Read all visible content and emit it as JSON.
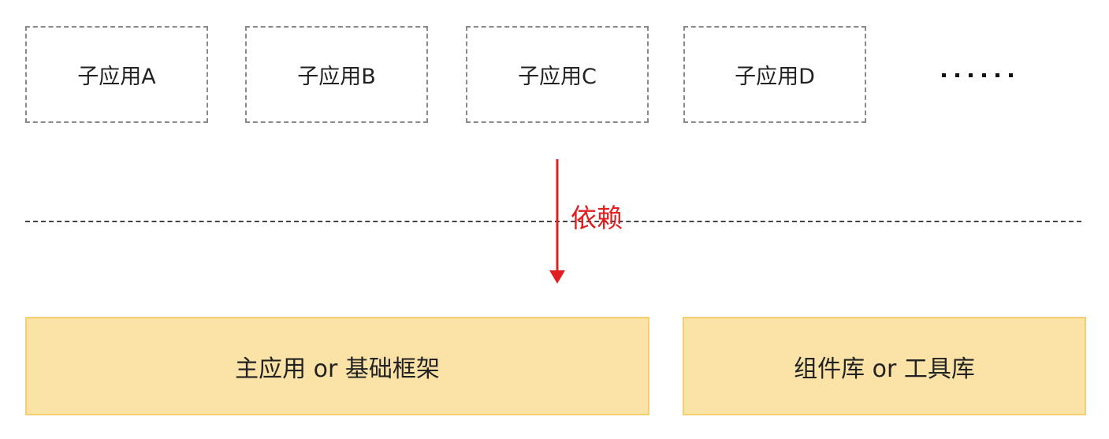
{
  "sub_apps": [
    {
      "label": "子应用A"
    },
    {
      "label": "子应用B"
    },
    {
      "label": "子应用C"
    },
    {
      "label": "子应用D"
    }
  ],
  "ellipsis": "······",
  "dependency": {
    "label": "依赖",
    "color": "#e02020"
  },
  "foundation": {
    "main_app": "主应用 or 基础框架",
    "library": "组件库 or 工具库",
    "fill_color": "#fbe3a8"
  }
}
